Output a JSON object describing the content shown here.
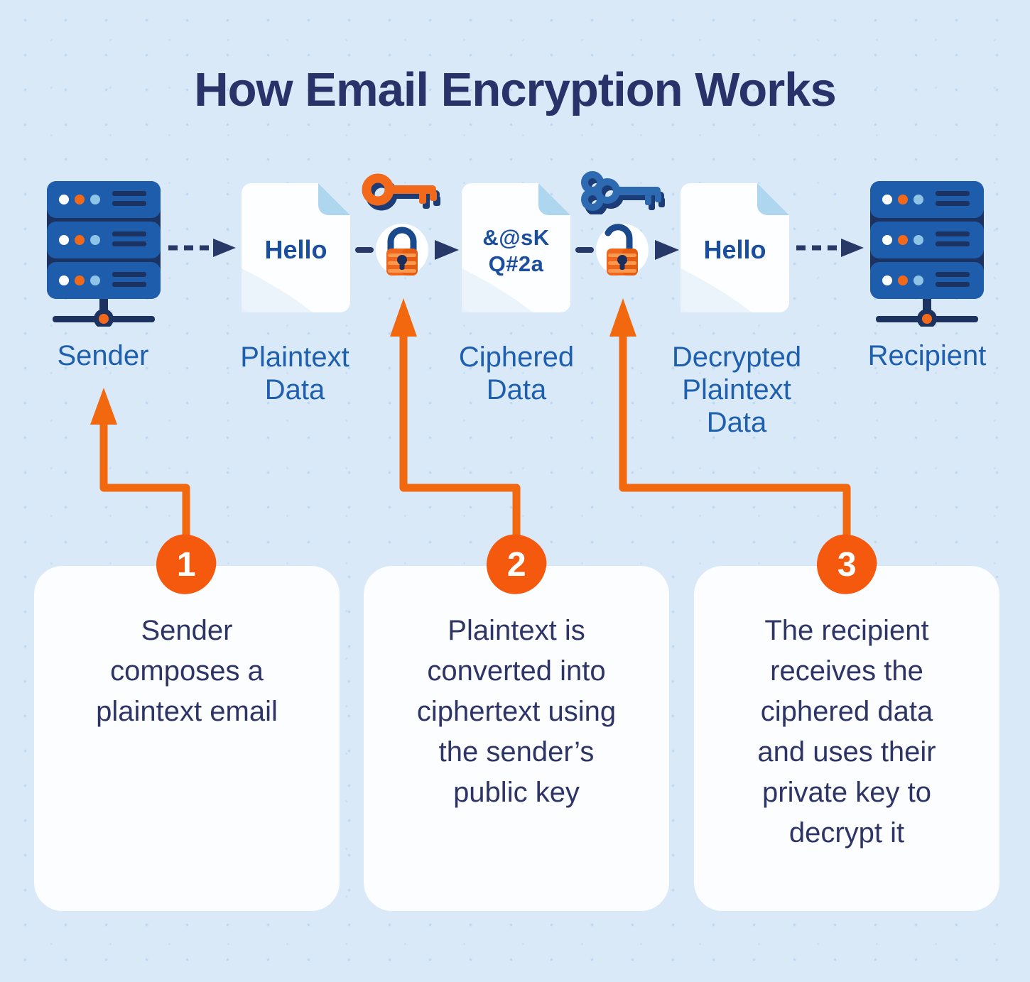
{
  "title": "How Email Encryption Works",
  "flow": {
    "sender": {
      "label": "Sender"
    },
    "plaintext": {
      "label": "Plaintext Data",
      "doc_text": "Hello"
    },
    "ciphered": {
      "label": "Ciphered Data",
      "doc_line1": "&@sK",
      "doc_line2": "Q#2a"
    },
    "decrypted": {
      "label": "Decrypted Plaintext Data",
      "doc_text": "Hello"
    },
    "recipient": {
      "label": "Recipient"
    }
  },
  "steps": [
    {
      "number": "1",
      "text": "Sender composes a plaintext email"
    },
    {
      "number": "2",
      "text": "Plaintext is converted into ciphertext using the sender’s public key"
    },
    {
      "number": "3",
      "text": "The recipient receives the ciphered data and uses their private key to decrypt it"
    }
  ],
  "icons": [
    "server-icon",
    "document-icon",
    "public-key-icon",
    "private-key-icon",
    "padlock-closed-icon",
    "padlock-open-icon",
    "arrow-right-icon",
    "step-arrow-icon",
    "step-number-badge"
  ],
  "colors": {
    "background": "#d9e9f8",
    "title_navy": "#2a3369",
    "label_blue": "#1e5fae",
    "card_text_navy": "#2e3566",
    "orange_accent": "#f2680f",
    "server_blue": "#1e5dab",
    "icon_navy": "#1c3260",
    "doc_fold_blue": "#aed6ee",
    "doc_text_blue": "#1b4f9e",
    "key_blue": "#2d6ab2",
    "lock_orange": "#f0661c",
    "card_white": "#fbfdff"
  }
}
